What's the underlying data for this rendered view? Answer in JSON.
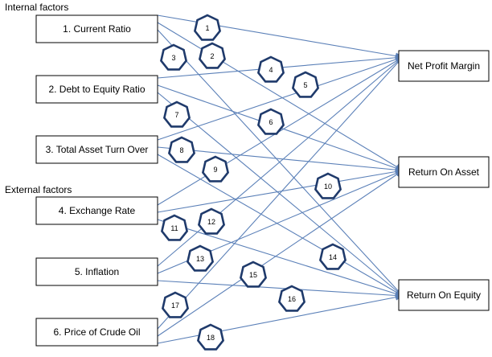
{
  "group_labels": {
    "internal": "Internal factors",
    "external": "External factors"
  },
  "sources": [
    {
      "id": "s1",
      "label": "1. Current Ratio"
    },
    {
      "id": "s2",
      "label": "2. Debt to Equity Ratio"
    },
    {
      "id": "s3",
      "label": "3. Total Asset Turn Over"
    },
    {
      "id": "s4",
      "label": "4. Exchange Rate"
    },
    {
      "id": "s5",
      "label": "5. Inflation"
    },
    {
      "id": "s6",
      "label": "6. Price of Crude Oil"
    }
  ],
  "targets": [
    {
      "id": "t1",
      "label": "Net Profit Margin"
    },
    {
      "id": "t2",
      "label": "Return On Asset"
    },
    {
      "id": "t3",
      "label": "Return On Equity"
    }
  ],
  "paths": [
    {
      "label": "1",
      "from": "s1",
      "to": "t1"
    },
    {
      "label": "2",
      "from": "s1",
      "to": "t2"
    },
    {
      "label": "3",
      "from": "s1",
      "to": "t3"
    },
    {
      "label": "4",
      "from": "s2",
      "to": "t1"
    },
    {
      "label": "5",
      "from": "s2",
      "to": "t2"
    },
    {
      "label": "6",
      "from": "s2",
      "to": "t3"
    },
    {
      "label": "7",
      "from": "s3",
      "to": "t1"
    },
    {
      "label": "8",
      "from": "s3",
      "to": "t2"
    },
    {
      "label": "9",
      "from": "s3",
      "to": "t3"
    },
    {
      "label": "10",
      "from": "s4",
      "to": "t1"
    },
    {
      "label": "11",
      "from": "s4",
      "to": "t2"
    },
    {
      "label": "12",
      "from": "s4",
      "to": "t3"
    },
    {
      "label": "13",
      "from": "s5",
      "to": "t1"
    },
    {
      "label": "14",
      "from": "s5",
      "to": "t2"
    },
    {
      "label": "15",
      "from": "s5",
      "to": "t3"
    },
    {
      "label": "16",
      "from": "s6",
      "to": "t1"
    },
    {
      "label": "17",
      "from": "s6",
      "to": "t2"
    },
    {
      "label": "18",
      "from": "s6",
      "to": "t3"
    }
  ],
  "colors": {
    "arrow": "#5b80b8",
    "heptagon_stroke": "#1f3a6b",
    "box_stroke": "#000000"
  }
}
